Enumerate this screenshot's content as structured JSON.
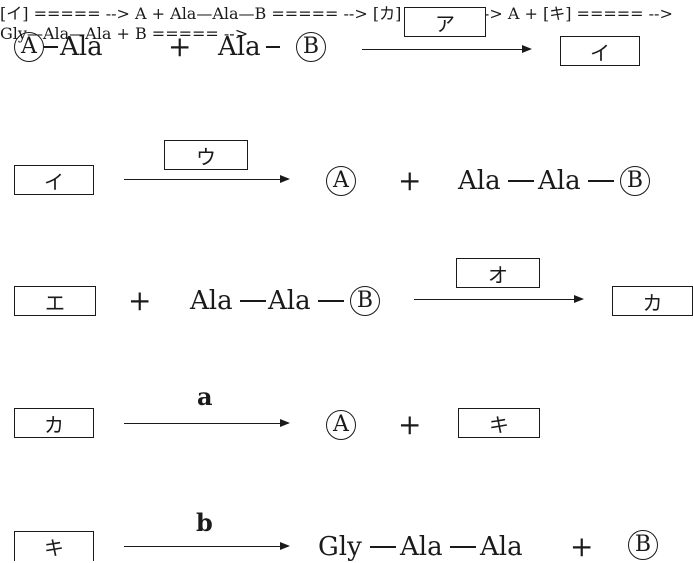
{
  "molecules": {
    "A": "A",
    "B": "B"
  },
  "amino": {
    "ala": "Ala",
    "gly": "Gly"
  },
  "ops": {
    "plus": "+"
  },
  "boxes": {
    "a": "ア",
    "i": "イ",
    "u": "ウ",
    "e": "エ",
    "o": "オ",
    "ka": "カ",
    "ki": "キ"
  },
  "arrow_labels": {
    "a": "a",
    "b": "b"
  }
}
